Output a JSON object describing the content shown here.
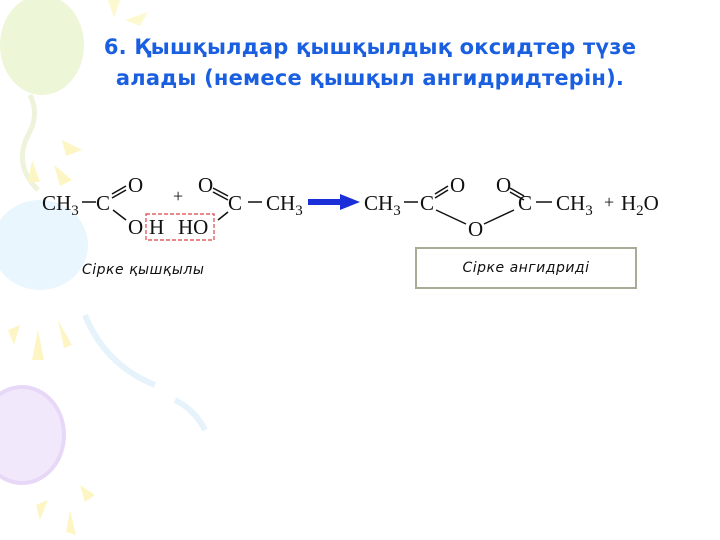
{
  "slide": {
    "title_line1": "6. Қышқылдар қышқылдық оксидтер түзе",
    "title_line2": "алады (немесе қышқыл ангидридтерін).",
    "colors": {
      "title": "#1a5fe0",
      "arrow": "#1a2fd8",
      "highlight_box": "#e06060",
      "label_box_border": "#a9ab98"
    }
  },
  "equation": {
    "reactant1": {
      "ch3": "CH",
      "sub3": "3",
      "c": "C",
      "o_top": "O",
      "o_bottom": "O"
    },
    "plus1": "+",
    "highlight": {
      "h": "H",
      "ho": "HO"
    },
    "reactant2": {
      "o_top": "O",
      "c": "C",
      "ch3": "CH",
      "sub3": "3"
    },
    "product": {
      "ch3_left": "CH",
      "sub3_left": "3",
      "c_left": "C",
      "o_top_left": "O",
      "o_bridge": "O",
      "o_top_right": "O",
      "c_right": "C",
      "ch3_right": "CH",
      "sub3_right": "3"
    },
    "plus2": "+",
    "water": {
      "h": "H",
      "sub2": "2",
      "o": "O"
    }
  },
  "labels": {
    "acetic_acid": "Сірке қышқылы",
    "acetic_anhydride": "Сірке ангидриді"
  }
}
